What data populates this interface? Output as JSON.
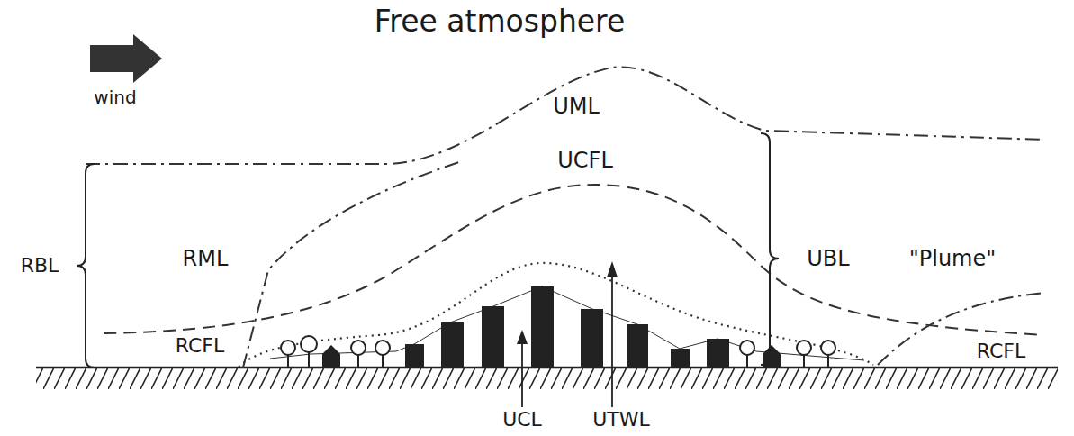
{
  "diagram": {
    "labels": [
      "Free atmosphere",
      "wind",
      "RBL",
      "RML",
      "UML",
      "UCFL",
      "UBL",
      "\"Plume\"",
      "RCFL",
      "RCFL",
      "UCL",
      "UTWL"
    ]
  }
}
